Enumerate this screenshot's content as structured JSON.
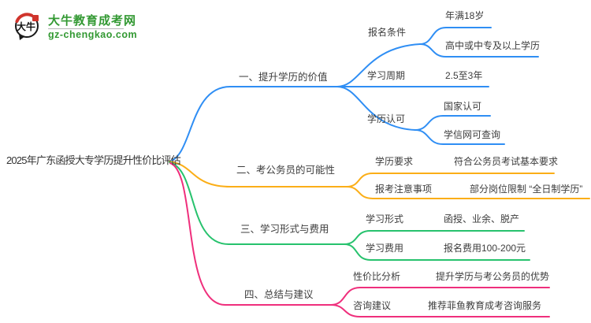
{
  "logo": {
    "bubble_text": "大牛",
    "brand": "大牛教育成考网",
    "domain": "gz-chengkao.com"
  },
  "root": {
    "title": "2025年广东函授大专学历提升性价比评估"
  },
  "colors": {
    "branch1_blue": "#2f8ef4",
    "branch2_orange": "#fbae17",
    "branch3_green": "#27c26d",
    "branch4_pink": "#ef2f7c",
    "logo_green": "#339933",
    "logo_red": "#d0342c",
    "text_dark": "#3d3d3d"
  },
  "branches": [
    {
      "label": "一、提升学历的价值",
      "children": [
        {
          "label": "报名条件",
          "values": [
            "年满18岁",
            "高中或中专及以上学历"
          ]
        },
        {
          "label": "学习周期",
          "values": [
            "2.5至3年"
          ]
        },
        {
          "label": "学历认可",
          "values": [
            "国家认可",
            "学信网可查询"
          ]
        }
      ]
    },
    {
      "label": "二、考公务员的可能性",
      "children": [
        {
          "label": "学历要求",
          "values": [
            "符合公务员考试基本要求"
          ]
        },
        {
          "label": "报考注意事项",
          "values": [
            "部分岗位限制 “全日制学历”"
          ]
        }
      ]
    },
    {
      "label": "三、学习形式与费用",
      "children": [
        {
          "label": "学习形式",
          "values": [
            "函授、业余、脱产"
          ]
        },
        {
          "label": "学习费用",
          "values": [
            "报名费用100-200元"
          ]
        }
      ]
    },
    {
      "label": "四、总结与建议",
      "children": [
        {
          "label": "性价比分析",
          "values": [
            "提升学历与考公务员的优势"
          ]
        },
        {
          "label": "咨询建议",
          "values": [
            "推荐菲鱼教育成考咨询服务"
          ]
        }
      ]
    }
  ]
}
